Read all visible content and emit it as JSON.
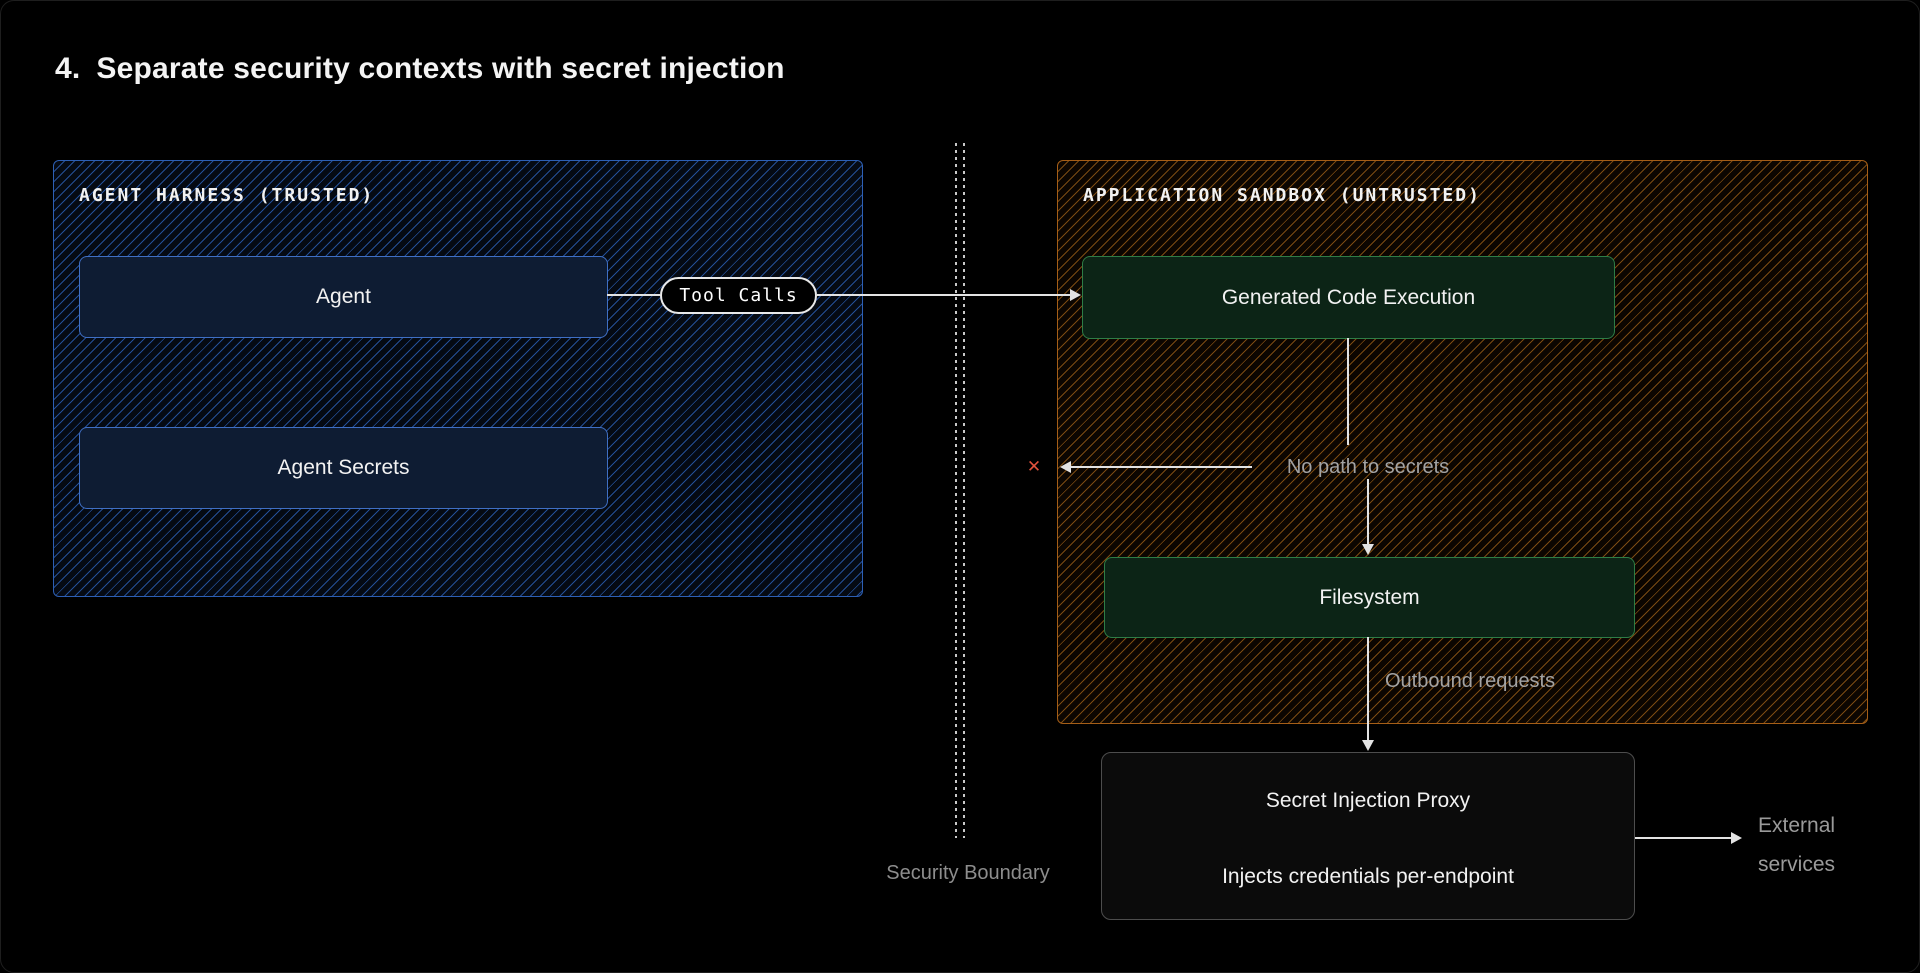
{
  "title": {
    "number": "4.",
    "text": "Separate security contexts with secret injection"
  },
  "harness": {
    "label": "AGENT HARNESS (TRUSTED)",
    "agent_label": "Agent",
    "secrets_label": "Agent Secrets"
  },
  "sandbox": {
    "label": "APPLICATION SANDBOX (UNTRUSTED)",
    "exec_label": "Generated Code Execution",
    "fs_label": "Filesystem"
  },
  "flow": {
    "tool_calls": "Tool Calls",
    "no_path": "No path to secrets",
    "blocked_mark": "✕",
    "outbound": "Outbound requests",
    "boundary": "Security Boundary"
  },
  "proxy": {
    "title": "Secret Injection Proxy",
    "subtitle": "Injects credentials per-endpoint"
  },
  "external": {
    "line1": "External",
    "line2": "services"
  },
  "colors": {
    "background": "#000000",
    "title_text": "#f4f4f4",
    "box_text": "#f2f2f2",
    "muted_text": "#a3a3a3",
    "boundary_text": "#8d8d8d",
    "line": "#e3e3e3",
    "blocked": "#e0523c",
    "harness_border": "#2d5fb4",
    "harness_hatch": "#234e95",
    "harness_box_bg": "#0e1c33",
    "harness_box_border": "#3f6fc4",
    "sandbox_border": "#a55e17",
    "sandbox_hatch": "#7a4a12",
    "green_box_bg": "#0c2416",
    "green_box_border": "#2e7d46",
    "proxy_bg": "#0b0b0b",
    "proxy_border": "#4d4d4d",
    "pill_border": "#e9e9e9"
  }
}
